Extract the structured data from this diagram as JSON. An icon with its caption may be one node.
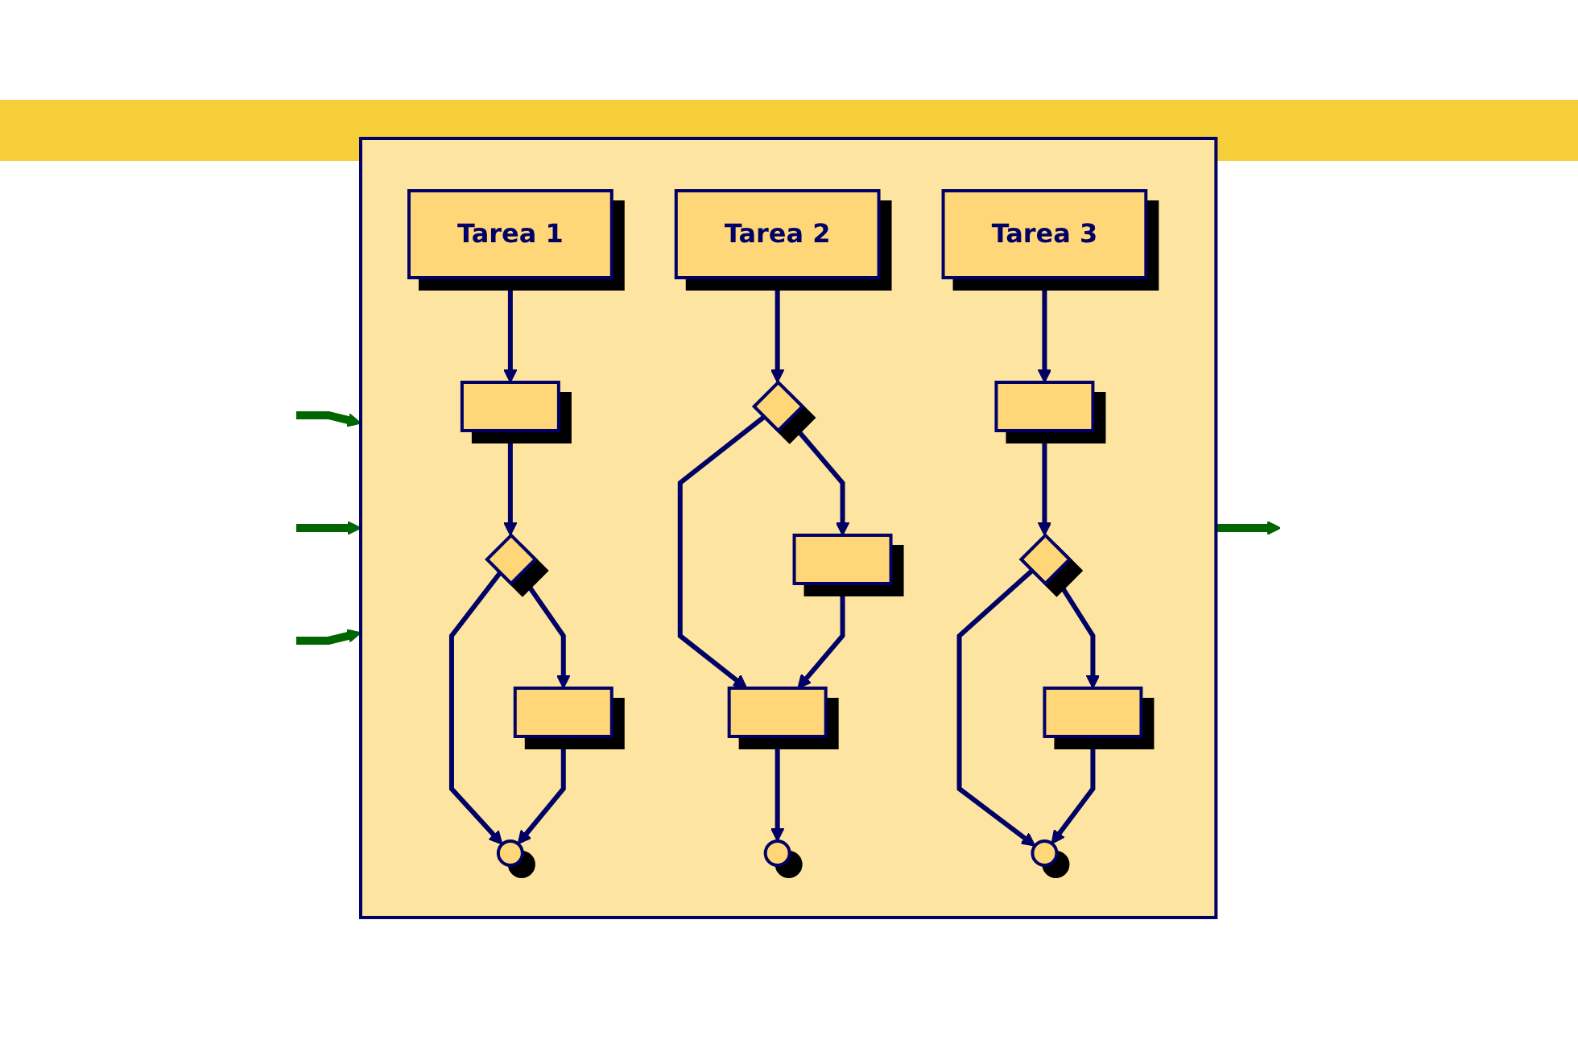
{
  "diagram": {
    "nodes": [
      {
        "text": [],
        "shape": "box"
      },
      {
        "text": [
          "Tarea 1"
        ],
        "in": 0
      },
      {
        "text": [],
        "shape": "box",
        "in": 0
      },
      {
        "text": [],
        "shape": "diamond",
        "in": 0
      },
      {
        "text": [],
        "shape": "box",
        "in": 0
      },
      {
        "text": [],
        "shape": "circle",
        "in": 0
      },
      {
        "text": [
          "Tarea 2"
        ],
        "in": 0
      },
      {
        "text": [],
        "shape": "diamond",
        "in": 0
      },
      {
        "text": [],
        "shape": "box",
        "in": 0
      },
      {
        "text": [],
        "shape": "box",
        "in": 0
      },
      {
        "text": [],
        "shape": "circle",
        "in": 0
      },
      {
        "text": [
          "Tarea 3"
        ],
        "in": 0
      },
      {
        "text": [],
        "shape": "box",
        "in": 0
      },
      {
        "text": [],
        "shape": "diamond",
        "in": 0
      },
      {
        "text": [],
        "shape": "box",
        "in": 0
      },
      {
        "text": [],
        "shape": "circle",
        "in": 0
      }
    ],
    "edges": [
      {
        "from": null,
        "to": 0,
        "arrow": "to",
        "color": "#006600"
      },
      {
        "from": null,
        "to": 0,
        "arrow": "to",
        "color": "#006600"
      },
      {
        "from": 0,
        "to": null,
        "arrow": "to",
        "color": "#006600"
      },
      {
        "from": null,
        "to": 0,
        "arrow": "to",
        "color": "#006600"
      },
      {
        "from": 1,
        "to": 2,
        "arrow": "to"
      },
      {
        "from": 2,
        "to": 3,
        "arrow": "to"
      },
      {
        "from": 3,
        "to": 4,
        "arrow": "to"
      },
      {
        "from": 3,
        "to": 5,
        "arrow": "to"
      },
      {
        "from": 4,
        "to": 5,
        "arrow": "to"
      },
      {
        "from": 6,
        "to": 7,
        "arrow": "to"
      },
      {
        "from": 7,
        "to": 8,
        "arrow": "to"
      },
      {
        "from": 7,
        "to": 9,
        "arrow": "to"
      },
      {
        "from": 8,
        "to": 9,
        "arrow": "to"
      },
      {
        "from": 9,
        "to": 10,
        "arrow": "to"
      },
      {
        "from": 11,
        "to": 12,
        "arrow": "to"
      },
      {
        "from": 12,
        "to": 13,
        "arrow": "to"
      },
      {
        "from": 13,
        "to": 14,
        "arrow": "to"
      },
      {
        "from": 13,
        "to": 15,
        "arrow": "to"
      },
      {
        "from": 14,
        "to": 15,
        "arrow": "to"
      }
    ]
  }
}
